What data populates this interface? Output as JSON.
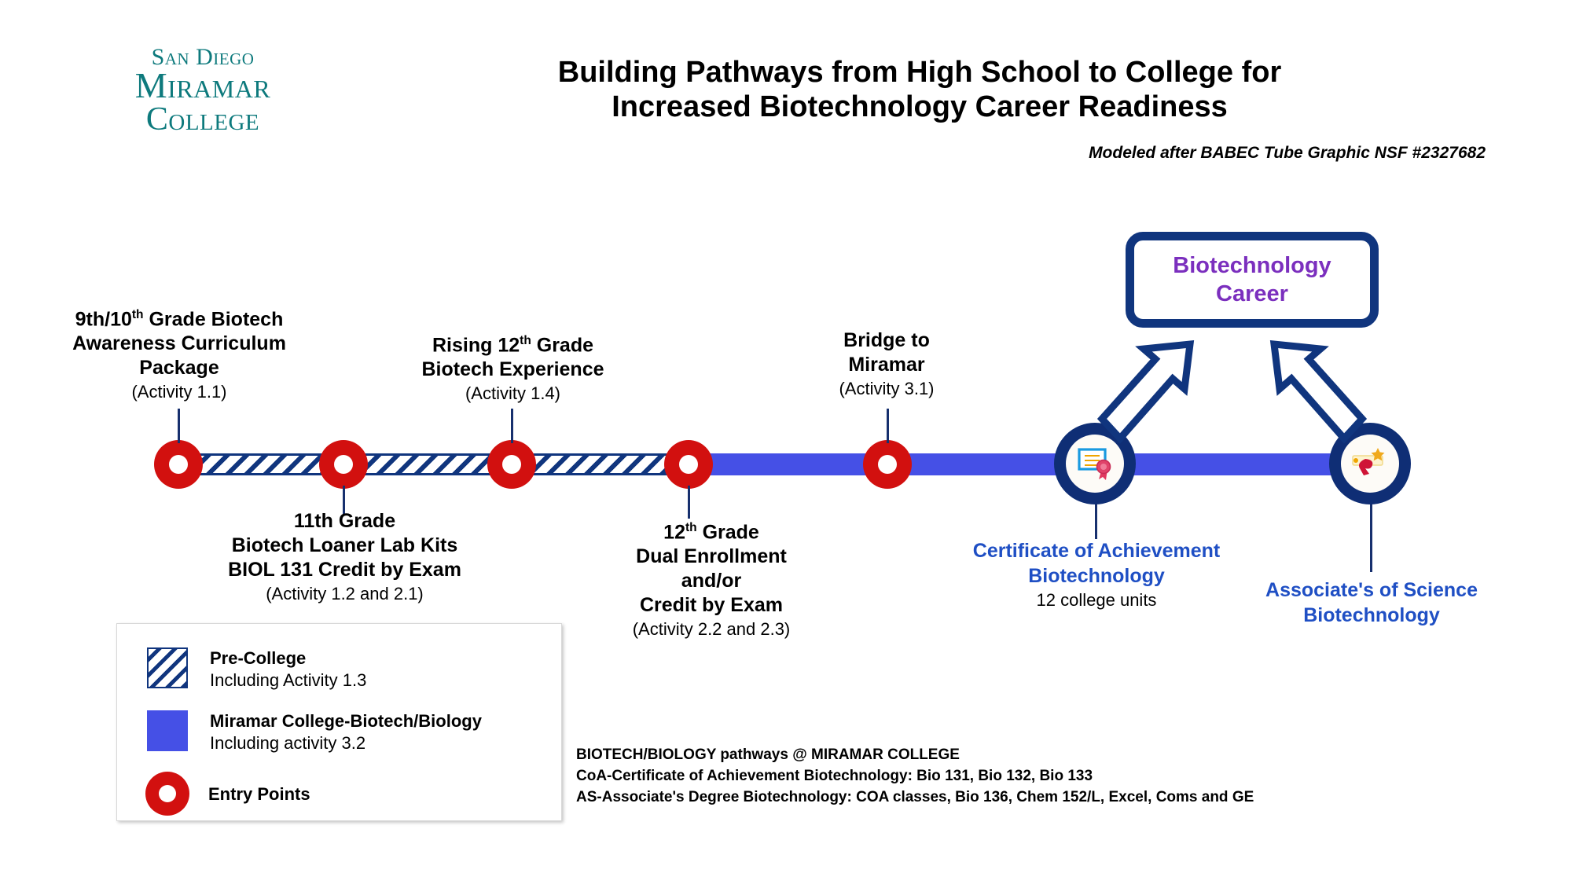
{
  "logo": {
    "line1": "San Diego",
    "line2": "Miramar",
    "line3": "College"
  },
  "header": {
    "title_line1": "Building Pathways from High School to College for",
    "title_line2": "Increased Biotechnology Career Readiness",
    "subtitle": "Modeled after BABEC Tube Graphic NSF #2327682"
  },
  "milestones": [
    {
      "id": "grade-9-10",
      "title_line1": "9th/10",
      "title_sup": "th",
      "title_line1_rest": " Grade Biotech",
      "title_line2": "Awareness Curriculum",
      "title_line3": "Package",
      "activity": "(Activity 1.1)"
    },
    {
      "id": "grade-11",
      "title_line1": "11th Grade",
      "title_line2": "Biotech Loaner Lab Kits",
      "title_line3": "BIOL 131 Credit  by Exam",
      "activity": "(Activity 1.2 and 2.1)"
    },
    {
      "id": "rising-12",
      "title_line1": "Rising 12",
      "title_sup": "th",
      "title_line1_rest": " Grade",
      "title_line2": "Biotech Experience",
      "activity": "(Activity 1.4)"
    },
    {
      "id": "grade-12",
      "title_line1": "12",
      "title_sup": "th",
      "title_line1_rest": " Grade",
      "title_line2": "Dual Enrollment",
      "title_line3": "and/or",
      "title_line4": "Credit by Exam",
      "activity": "(Activity 2.2 and 2.3)"
    },
    {
      "id": "bridge",
      "title_line1": "Bridge to",
      "title_line2": "Miramar",
      "activity": "(Activity 3.1)"
    }
  ],
  "credentials": [
    {
      "id": "certificate",
      "icon": "certificate-icon",
      "line1": "Certificate of Achievement",
      "line2": "Biotechnology",
      "note": "12 college units"
    },
    {
      "id": "associates",
      "icon": "diploma-icon",
      "line1": "Associate's of Science",
      "line2": "Biotechnology",
      "note": ""
    }
  ],
  "career": {
    "line1": "Biotechnology",
    "line2": "Career"
  },
  "legend": {
    "items": [
      {
        "swatch": "hatched-pattern",
        "title": "Pre-College",
        "subtitle": "Including Activity 1.3"
      },
      {
        "swatch": "solid-blue",
        "title": "Miramar College-Biotech/Biology",
        "subtitle": "Including activity 3.2"
      },
      {
        "swatch": "red-ring",
        "title": "Entry Points",
        "subtitle": ""
      }
    ]
  },
  "footnotes": [
    "BIOTECH/BIOLOGY pathways @ MIRAMAR COLLEGE",
    "CoA-Certificate of Achievement Biotechnology: Bio 131, Bio 132, Bio 133",
    "AS-Associate's Degree Biotechnology: COA classes, Bio 136, Chem 152/L, Excel, Coms and GE"
  ],
  "colors": {
    "navy": "#10357e",
    "red": "#d2100f",
    "blue_violet": "#4550e6",
    "link_blue": "#1f4fc4",
    "purple": "#7b2fbe",
    "teal": "#0e7a7d"
  }
}
